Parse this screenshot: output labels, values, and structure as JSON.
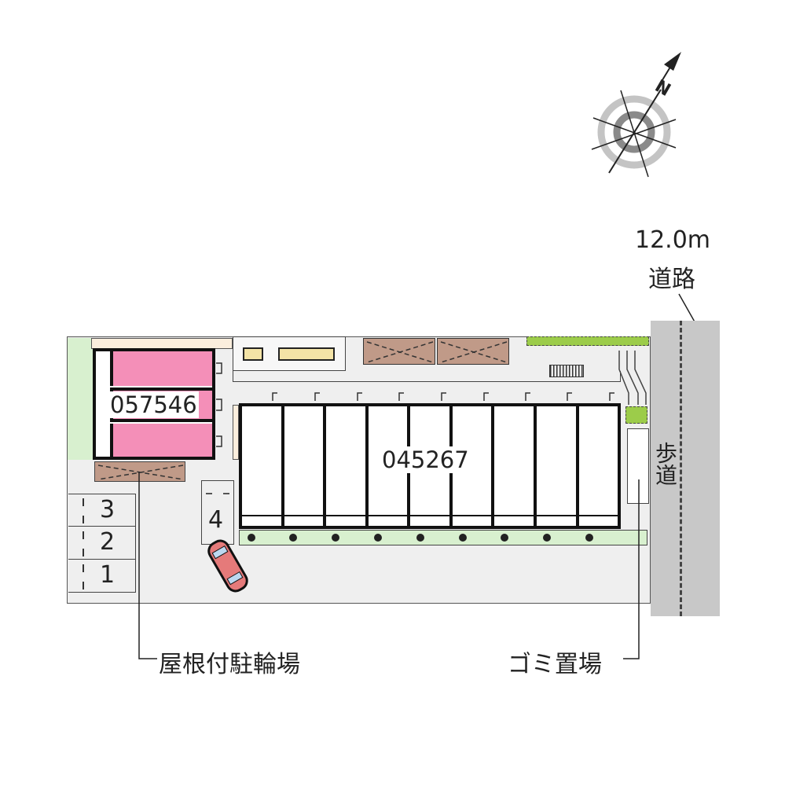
{
  "map": {
    "type": "site-layout-plan",
    "compass": {
      "label": "N",
      "icon": "north-arrow-compass-icon"
    },
    "road": {
      "width_label": "12.0m",
      "name_label": "道路",
      "color": "#c8c8c8"
    },
    "sidewalk": {
      "label": "歩道"
    },
    "buildings": [
      {
        "id": "057546",
        "label": "057546",
        "color": "#f48fb8",
        "units": 3
      },
      {
        "id": "045267",
        "label": "045267",
        "color": "#ffffff",
        "units": 9
      }
    ],
    "parking": {
      "spaces": [
        {
          "label": "3"
        },
        {
          "label": "2"
        },
        {
          "label": "1"
        },
        {
          "label": "4"
        }
      ]
    },
    "callouts": {
      "bicycle_parking": "屋根付駐輪場",
      "garbage_area": "ゴミ置場"
    },
    "colors": {
      "ground": "#efefef",
      "lawn": "#d8f0cf",
      "hedge": "#9ccc4a",
      "storage_brown": "#c09a88",
      "pink_building": "#f48fb8",
      "meter_box": "#f3e3a6",
      "car": "#e57a7a"
    }
  }
}
